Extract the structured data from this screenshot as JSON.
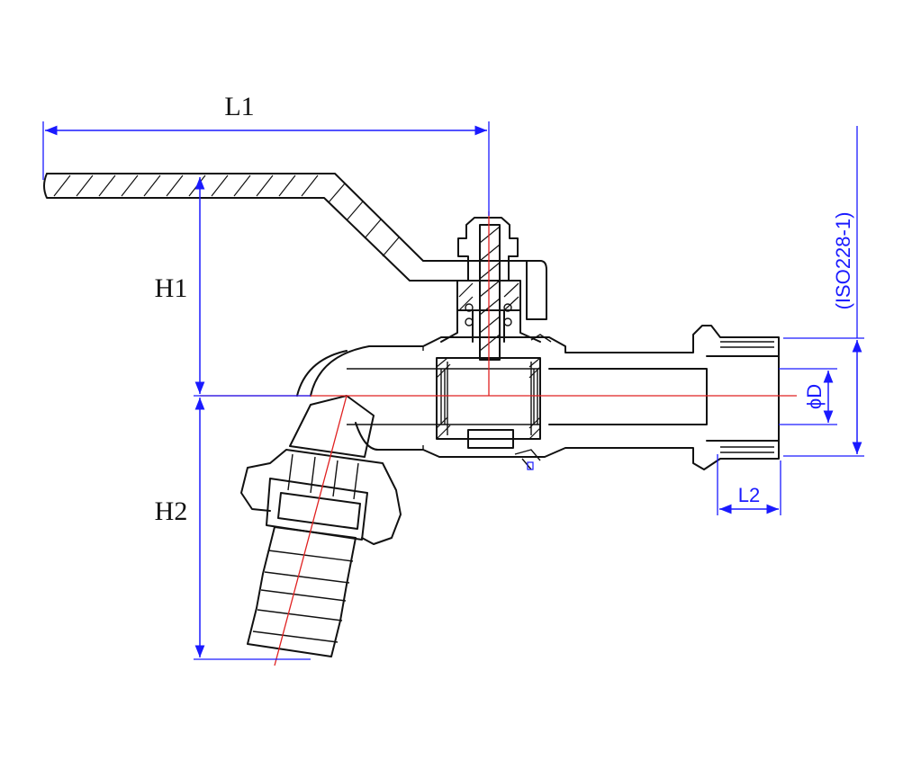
{
  "labels": {
    "l1": "L1",
    "h1": "H1",
    "h2": "H2",
    "l2": "L2",
    "phi_d": "ϕD",
    "standard": "(ISO228-1)"
  },
  "colors": {
    "outline": "#111111",
    "dimension_blue": "#1a1aff",
    "centerline_red": "#e02020"
  }
}
